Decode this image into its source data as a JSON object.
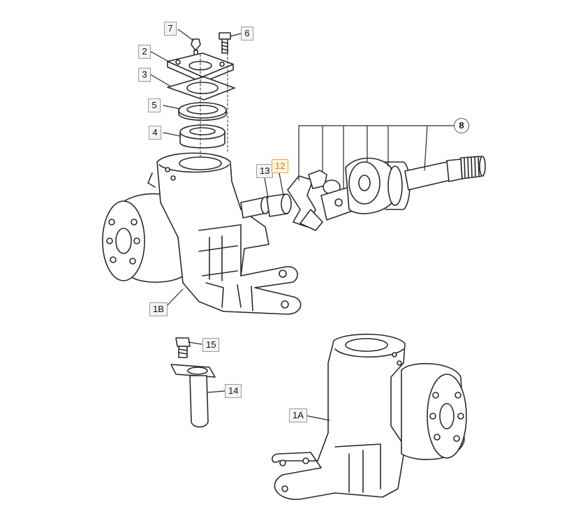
{
  "callouts": {
    "c7": "7",
    "c6": "6",
    "c2": "2",
    "c3": "3",
    "c5": "5",
    "c4": "4",
    "c8": "8",
    "c13": "13",
    "c12": "12",
    "c1b": "1B",
    "c15": "15",
    "c14": "14",
    "c1a": "1A"
  },
  "colors": {
    "line": "#2a2a2a",
    "callout_border": "#9a9a9a",
    "highlight": "#e8a63a"
  }
}
